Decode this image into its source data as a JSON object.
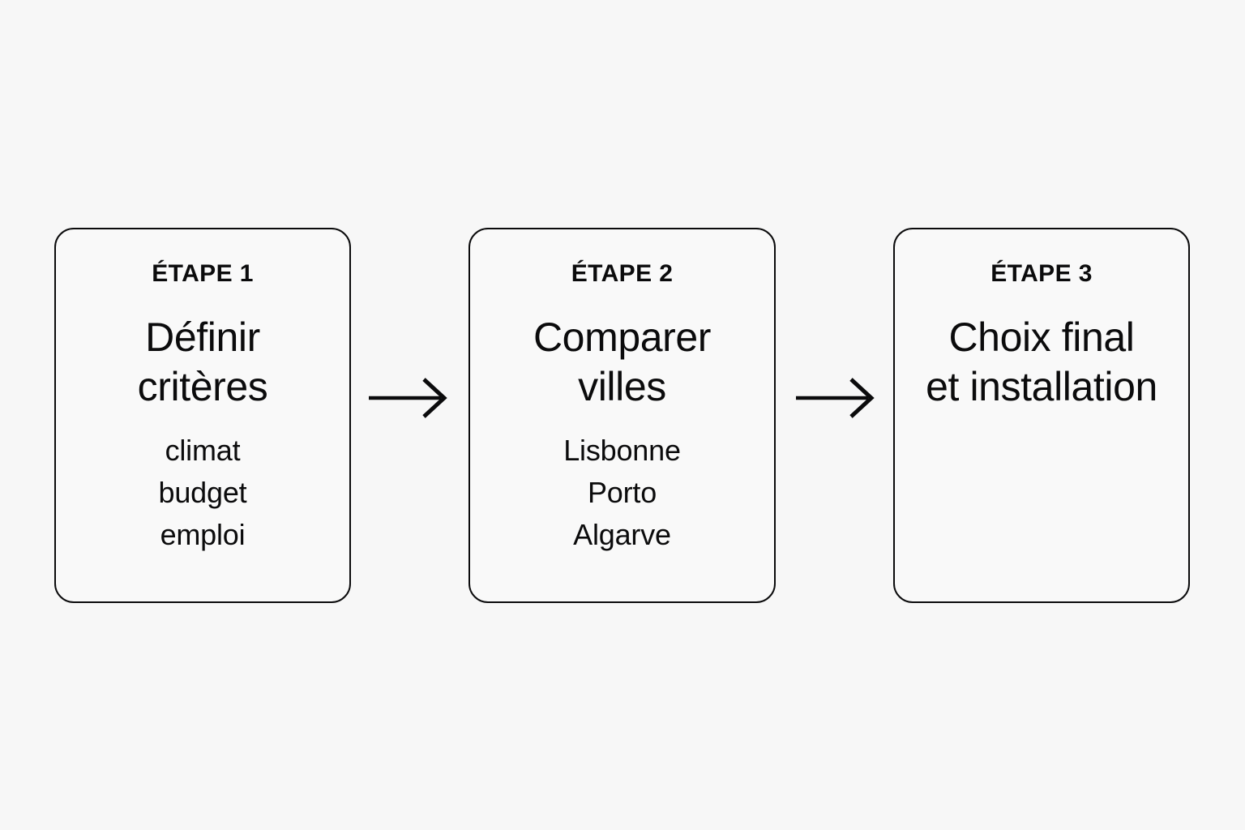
{
  "canvas": {
    "background_color": "#f7f7f7",
    "ink_color": "#0b0b0c",
    "card_fill_color": "#f9f9f9"
  },
  "flow": {
    "steps": [
      {
        "eyebrow": "ÉTAPE 1",
        "headline_lines": [
          "Définir",
          "critères"
        ],
        "details": [
          "climat",
          "budget",
          "emploi"
        ]
      },
      {
        "eyebrow": "ÉTAPE 2",
        "headline_lines": [
          "Comparer",
          "villes"
        ],
        "details": [
          "Lisbonne",
          "Porto",
          "Algarve"
        ]
      },
      {
        "eyebrow": "ÉTAPE 3",
        "headline_lines": [
          "Choix final",
          "et installation"
        ],
        "details": []
      }
    ],
    "connectors": [
      {
        "icon": "arrow-right-icon",
        "from": "ÉTAPE 1",
        "to": "ÉTAPE 2"
      },
      {
        "icon": "arrow-right-icon",
        "from": "ÉTAPE 2",
        "to": "ÉTAPE 3"
      }
    ]
  }
}
